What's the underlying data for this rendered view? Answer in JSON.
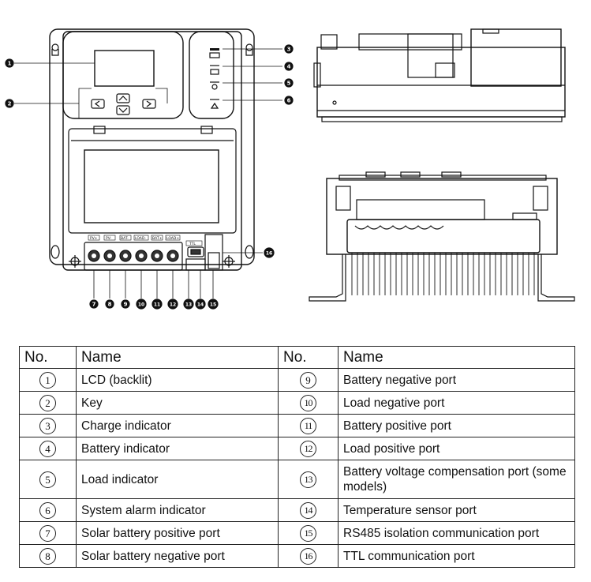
{
  "callouts": {
    "c1": "1",
    "c2": "2",
    "c3": "3",
    "c4": "4",
    "c5": "5",
    "c6": "6",
    "c7": "7",
    "c8": "8",
    "c9": "9",
    "c10": "10",
    "c11": "11",
    "c12": "12",
    "c13": "13",
    "c14": "14",
    "c15": "15",
    "c16": "16"
  },
  "terminal_labels": {
    "pv_pos": "PV+",
    "pv_neg": "PV-",
    "bat_neg": "BAT-",
    "load_neg": "LOAD-",
    "bat_pos": "BAT+",
    "load_pos": "LOAD+",
    "ttl": "TTL"
  },
  "table": {
    "header": {
      "no": "No.",
      "name": "Name"
    },
    "rows": [
      {
        "left_no": "1",
        "left_name": "LCD (backlit)",
        "right_no": "9",
        "right_name": "Battery negative port"
      },
      {
        "left_no": "2",
        "left_name": "Key",
        "right_no": "10",
        "right_name": "Load negative port"
      },
      {
        "left_no": "3",
        "left_name": "Charge indicator",
        "right_no": "11",
        "right_name": "Battery positive port"
      },
      {
        "left_no": "4",
        "left_name": "Battery indicator",
        "right_no": "12",
        "right_name": "Load positive port"
      },
      {
        "left_no": "5",
        "left_name": "Load indicator",
        "right_no": "13",
        "right_name": "Battery voltage compensation port (some models)"
      },
      {
        "left_no": "6",
        "left_name": "System alarm indicator",
        "right_no": "14",
        "right_name": "Temperature sensor port"
      },
      {
        "left_no": "7",
        "left_name": "Solar battery positive port",
        "right_no": "15",
        "right_name": "RS485 isolation communication port"
      },
      {
        "left_no": "8",
        "left_name": "Solar battery negative port",
        "right_no": "16",
        "right_name": "TTL communication port"
      }
    ]
  }
}
